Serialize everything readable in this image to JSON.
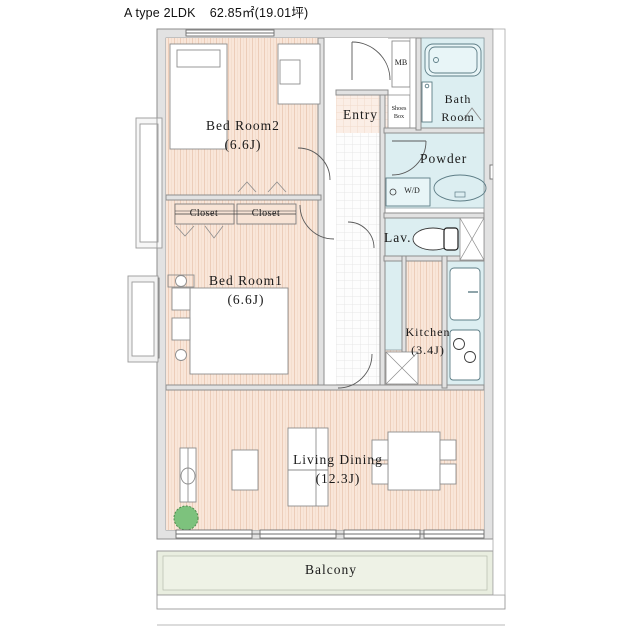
{
  "header": {
    "plan_type": "A type 2LDK",
    "area": "62.85㎡(19.01坪)"
  },
  "colors": {
    "floor_wood": "#f7e3d5",
    "wet_area": "#dceef1",
    "entry_tile": "#fbeee6",
    "balcony": "#e9eee0",
    "wall": "#d9d9d9",
    "wall_line": "#9a9a9a",
    "plant_green": "#7dc27d",
    "ink": "#1a1a1a"
  },
  "rooms": [
    {
      "id": "bedroom2",
      "name": "Bed Room2",
      "size": "(6.6J)"
    },
    {
      "id": "bedroom1",
      "name": "Bed Room1",
      "size": "(6.6J)"
    },
    {
      "id": "living_dining",
      "name": "Living Dining",
      "size": "(12.3J)"
    },
    {
      "id": "kitchen",
      "name": "Kitchen",
      "size": "(3.4J)"
    },
    {
      "id": "entry",
      "name": "Entry",
      "size": ""
    },
    {
      "id": "bath_room",
      "name": "Bath\nRoom",
      "size": ""
    },
    {
      "id": "powder",
      "name": "Powder",
      "size": ""
    },
    {
      "id": "lavatory",
      "name": "Lav.",
      "size": ""
    },
    {
      "id": "balcony",
      "name": "Balcony",
      "size": ""
    }
  ],
  "labels": {
    "bedroom2_name": "Bed Room2",
    "bedroom2_size": "(6.6J)",
    "bedroom1_name": "Bed Room1",
    "bedroom1_size": "(6.6J)",
    "living_name": "Living Dining",
    "living_size": "(12.3J)",
    "kitchen_name": "Kitchen",
    "kitchen_size": "(3.4J)",
    "entry": "Entry",
    "bath_line1": "Bath",
    "bath_line2": "Room",
    "powder": "Powder",
    "lavatory": "Lav.",
    "balcony": "Balcony",
    "mb": "MB",
    "shoes_box_line1": "Shoes",
    "shoes_box_line2": "Box",
    "washer_dryer": "W/D",
    "closet_1": "Closet",
    "closet_2": "Closet"
  },
  "fixtures": [
    {
      "name": "bathtub",
      "room": "bath_room"
    },
    {
      "name": "shower-mixer",
      "room": "bath_room"
    },
    {
      "name": "vanity-sink",
      "room": "powder"
    },
    {
      "name": "washer-dryer",
      "room": "powder"
    },
    {
      "name": "toilet",
      "room": "lavatory"
    },
    {
      "name": "kitchen-sink",
      "room": "kitchen"
    },
    {
      "name": "gas-stove",
      "room": "kitchen"
    },
    {
      "name": "refrigerator",
      "room": "kitchen"
    },
    {
      "name": "double-bed",
      "room": "bedroom1"
    },
    {
      "name": "single-bed",
      "room": "bedroom2"
    },
    {
      "name": "desk",
      "room": "bedroom2"
    },
    {
      "name": "sofa",
      "room": "living_dining"
    },
    {
      "name": "coffee-table",
      "room": "living_dining"
    },
    {
      "name": "dining-table",
      "room": "living_dining"
    },
    {
      "name": "dining-chair",
      "room": "living_dining"
    },
    {
      "name": "tv-stand",
      "room": "living_dining"
    },
    {
      "name": "potted-plant",
      "room": "living_dining"
    },
    {
      "name": "shoes-box",
      "room": "entry"
    },
    {
      "name": "meter-box",
      "room": "entry"
    }
  ]
}
